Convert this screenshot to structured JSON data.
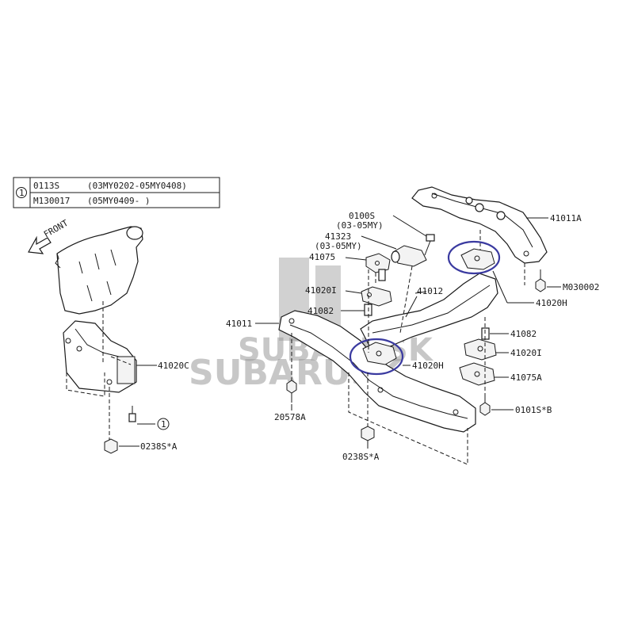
{
  "legend_table": {
    "symbol": "1",
    "rows": [
      {
        "part": "0113S",
        "range": "(03MY0202-05MY0408)"
      },
      {
        "part": "M130017",
        "range": "(05MY0409-          )"
      }
    ]
  },
  "front_label": "FRONT",
  "callouts": {
    "c_41020C": "41020C",
    "c_0238SA_left": "0238S*A",
    "c_41011A": "41011A",
    "c_0100S": "0100S",
    "c_0100S_sub": "(03-05MY)",
    "c_41323": "41323",
    "c_41323_sub": "(03-05MY)",
    "c_41075": "41075",
    "c_41020I_left": "41020I",
    "c_41082_left": "41082",
    "c_41012": "41012",
    "c_41011": "41011",
    "c_M030002": "M030002",
    "c_41020H_right": "41020H",
    "c_41082_right": "41082",
    "c_41020I_right": "41020I",
    "c_41020H_center": "41020H",
    "c_41075A": "41075A",
    "c_20578A": "20578A",
    "c_0101SB": "0101S*B",
    "c_0238SA_center": "0238S*A"
  },
  "watermark": {
    "line1": "SUBARUSK",
    "line2": "SUBARUSK"
  },
  "colors": {
    "highlight": "#3a3aa0",
    "ink": "#1a1a1a"
  }
}
